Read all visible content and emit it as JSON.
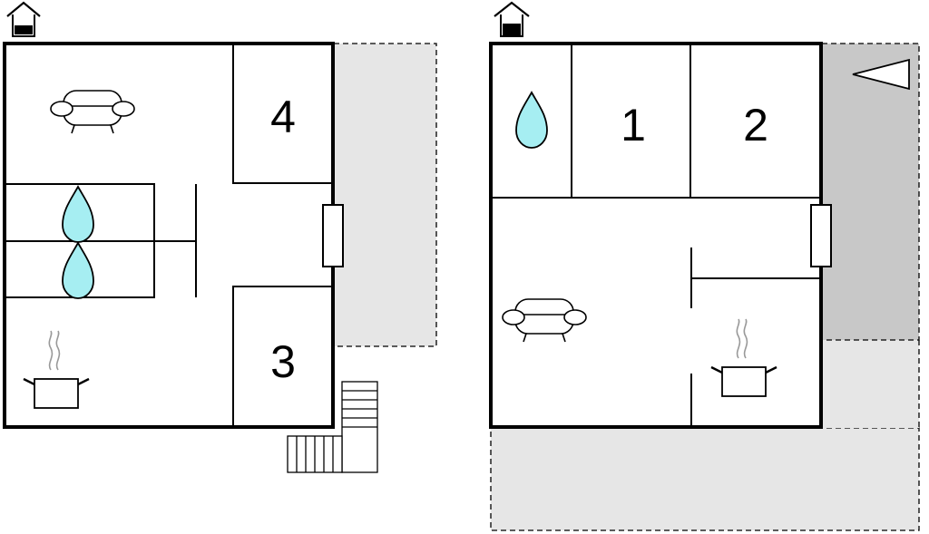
{
  "floors": [
    {
      "id": "ground",
      "level_icon": "house-ground-floor-icon",
      "rooms": [
        {
          "label": "4",
          "kind": "bedroom"
        },
        {
          "label": "3",
          "kind": "bedroom"
        },
        {
          "label": "",
          "kind": "bathroom"
        },
        {
          "label": "",
          "kind": "bathroom"
        },
        {
          "label": "",
          "kind": "living-room"
        },
        {
          "label": "",
          "kind": "kitchen"
        }
      ],
      "outdoor": [
        "terrace",
        "stairs"
      ]
    },
    {
      "id": "upper",
      "level_icon": "house-upper-floor-icon",
      "rooms": [
        {
          "label": "1",
          "kind": "bedroom"
        },
        {
          "label": "2",
          "kind": "bedroom"
        },
        {
          "label": "",
          "kind": "bathroom"
        },
        {
          "label": "",
          "kind": "living-room"
        },
        {
          "label": "",
          "kind": "kitchen"
        }
      ],
      "outdoor": [
        "balcony",
        "terrace",
        "roof-light"
      ]
    }
  ],
  "colors": {
    "wall": "#000000",
    "water_drop": "#a6eef2",
    "terrace_light": "#e6e6e6",
    "terrace_dark": "#c8c8c8",
    "steam": "#999999"
  }
}
